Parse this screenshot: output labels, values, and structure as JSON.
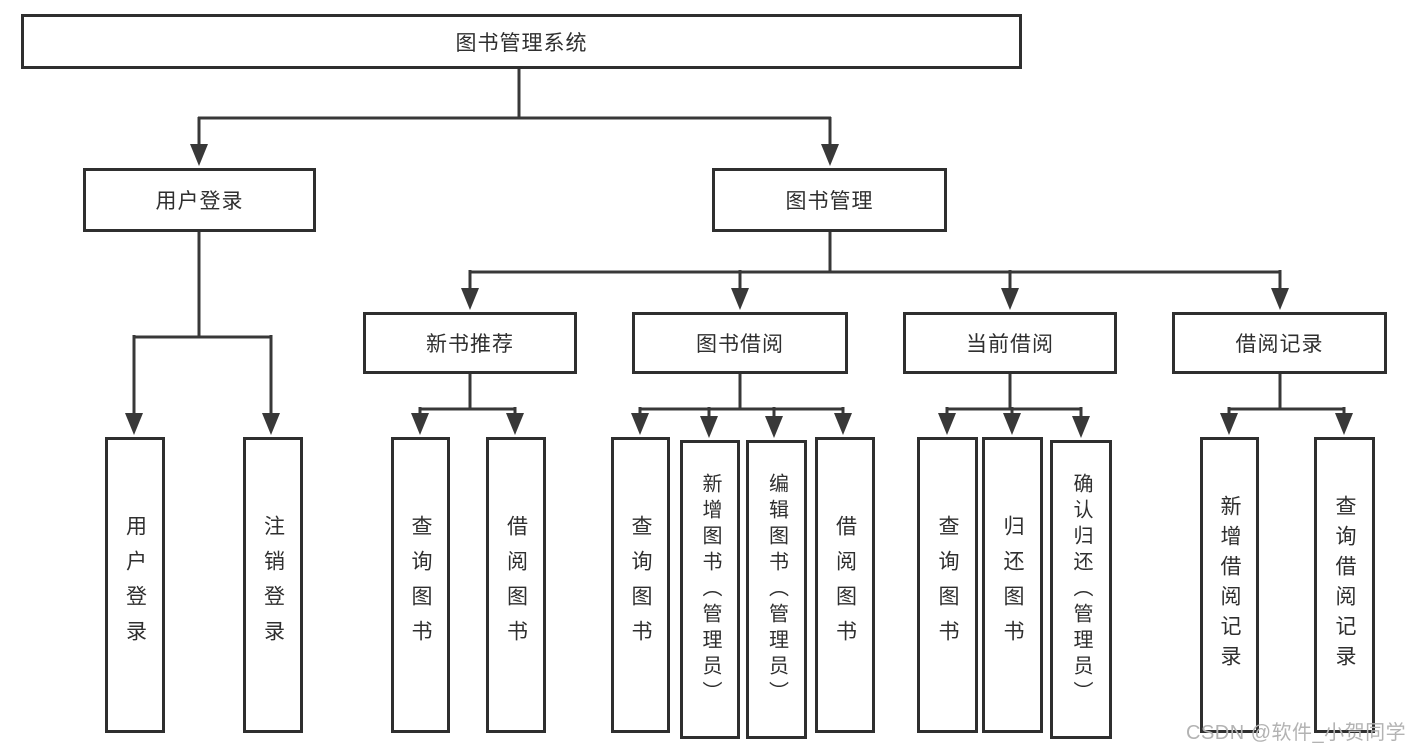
{
  "diagram": {
    "title_note": "",
    "root": {
      "label": "图书管理系统"
    },
    "branches": [
      {
        "label": "用户登录",
        "children": [
          {
            "label": "用户登录"
          },
          {
            "label": "注销登录"
          }
        ]
      },
      {
        "label": "图书管理",
        "children": [
          {
            "label": "新书推荐",
            "children": [
              {
                "label": "查询图书"
              },
              {
                "label": "借阅图书"
              }
            ]
          },
          {
            "label": "图书借阅",
            "children": [
              {
                "label": "查询图书"
              },
              {
                "label": "新增图书（管理员）"
              },
              {
                "label": "编辑图书（管理员）"
              },
              {
                "label": "借阅图书"
              }
            ]
          },
          {
            "label": "当前借阅",
            "children": [
              {
                "label": "查询图书"
              },
              {
                "label": "归还图书"
              },
              {
                "label": "确认归还（管理员）"
              }
            ]
          },
          {
            "label": "借阅记录",
            "children": [
              {
                "label": "新增借阅记录"
              },
              {
                "label": "查询借阅记录"
              }
            ]
          }
        ]
      }
    ]
  },
  "watermark": {
    "text": "CSDN @软件_小贺同学"
  },
  "colors": {
    "line": "#383838",
    "box_border": "#2f2f2f",
    "box_fill": "#ffffff",
    "text": "#2f2f2f",
    "watermark": "#b3b3b3",
    "background": "#ffffff"
  }
}
